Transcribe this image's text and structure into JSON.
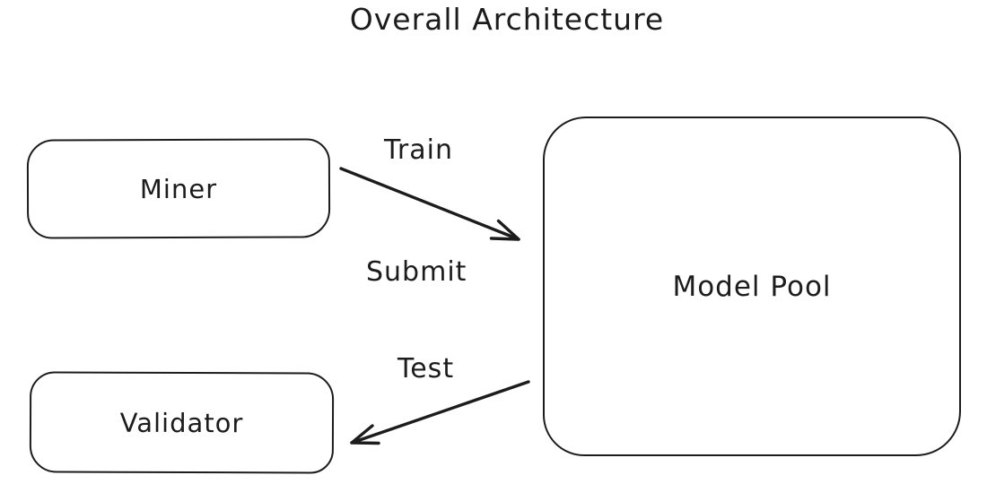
{
  "title": "Overall Architecture",
  "colors": {
    "ink": "#1c1c1c",
    "background": "#ffffff"
  },
  "nodes": [
    {
      "id": "miner",
      "label": "Miner"
    },
    {
      "id": "validator",
      "label": "Validator"
    },
    {
      "id": "model-pool",
      "label": "Model Pool"
    }
  ],
  "edges": [
    {
      "id": "miner-to-model-pool",
      "from": "miner",
      "to": "model-pool",
      "label_above": "Train",
      "label_below": "Submit"
    },
    {
      "id": "model-pool-to-validator",
      "from": "model-pool",
      "to": "validator",
      "label_above": "Test"
    }
  ]
}
